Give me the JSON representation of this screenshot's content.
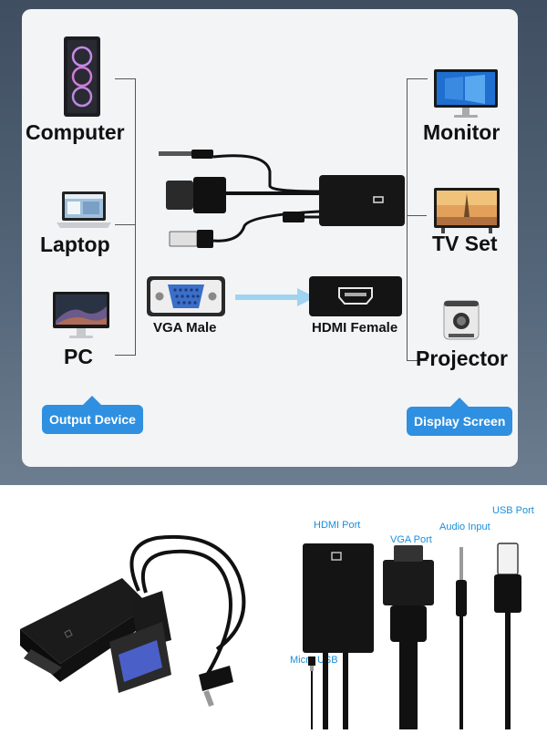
{
  "left_devices": [
    "Computer",
    "Laptop",
    "PC"
  ],
  "right_devices": [
    "Monitor",
    "TV Set",
    "Projector"
  ],
  "center": {
    "vga_label": "VGA Male",
    "hdmi_label": "HDMI Female"
  },
  "badges": {
    "left": "Output Device",
    "right": "Display Screen"
  },
  "ports": {
    "hdmi": "HDMI Port",
    "vga": "VGA Port",
    "audio": "Audio Input",
    "usb": "USB Port",
    "micro_usb": "Micro USB"
  },
  "colors": {
    "accent": "#2f8fe0",
    "port_label": "#1a8fd8"
  },
  "icons": [
    "computer-tower-icon",
    "laptop-icon",
    "pc-monitor-icon",
    "monitor-icon",
    "tv-icon",
    "projector-icon",
    "vga-connector-icon",
    "hdmi-connector-icon",
    "arrow-right-icon"
  ]
}
